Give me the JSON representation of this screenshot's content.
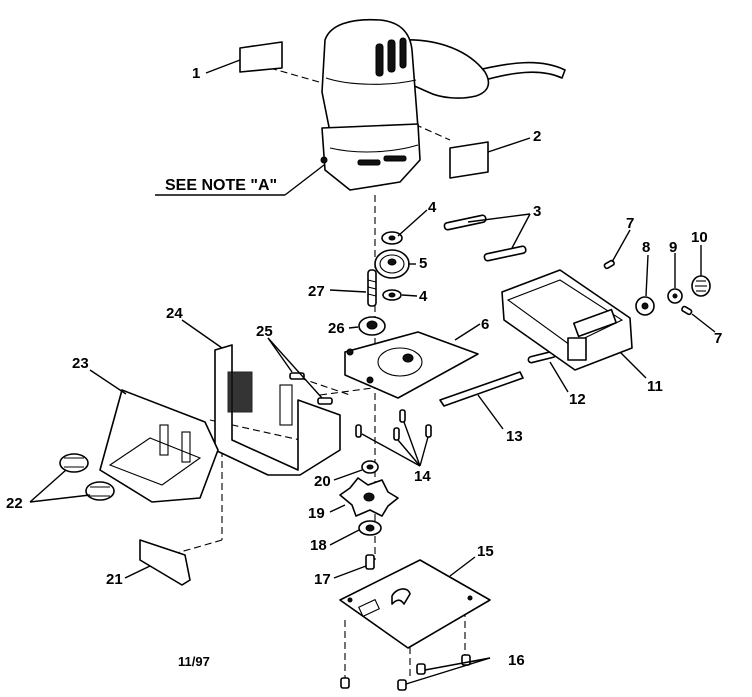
{
  "note_text": "SEE NOTE \"A\"",
  "date_code": "11/97",
  "labels": {
    "l1": "1",
    "l2": "2",
    "l3": "3",
    "l4a": "4",
    "l4b": "4",
    "l5": "5",
    "l6": "6",
    "l7a": "7",
    "l7b": "7",
    "l8": "8",
    "l9": "9",
    "l10": "10",
    "l11": "11",
    "l12": "12",
    "l13": "13",
    "l14": "14",
    "l15": "15",
    "l16": "16",
    "l17": "17",
    "l18": "18",
    "l19": "19",
    "l20": "20",
    "l21": "21",
    "l22": "22",
    "l23": "23",
    "l24": "24",
    "l25": "25",
    "l26": "26",
    "l27": "27"
  }
}
